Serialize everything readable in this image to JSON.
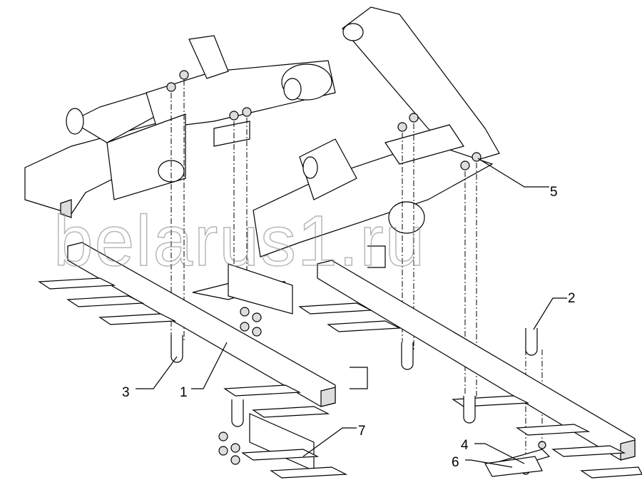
{
  "watermark": "belarus1.ru",
  "callouts": [
    {
      "id": "callout-1",
      "label": "1"
    },
    {
      "id": "callout-2",
      "label": "2"
    },
    {
      "id": "callout-3",
      "label": "3"
    },
    {
      "id": "callout-4",
      "label": "4"
    },
    {
      "id": "callout-5",
      "label": "5"
    },
    {
      "id": "callout-6",
      "label": "6"
    },
    {
      "id": "callout-7",
      "label": "7"
    }
  ]
}
